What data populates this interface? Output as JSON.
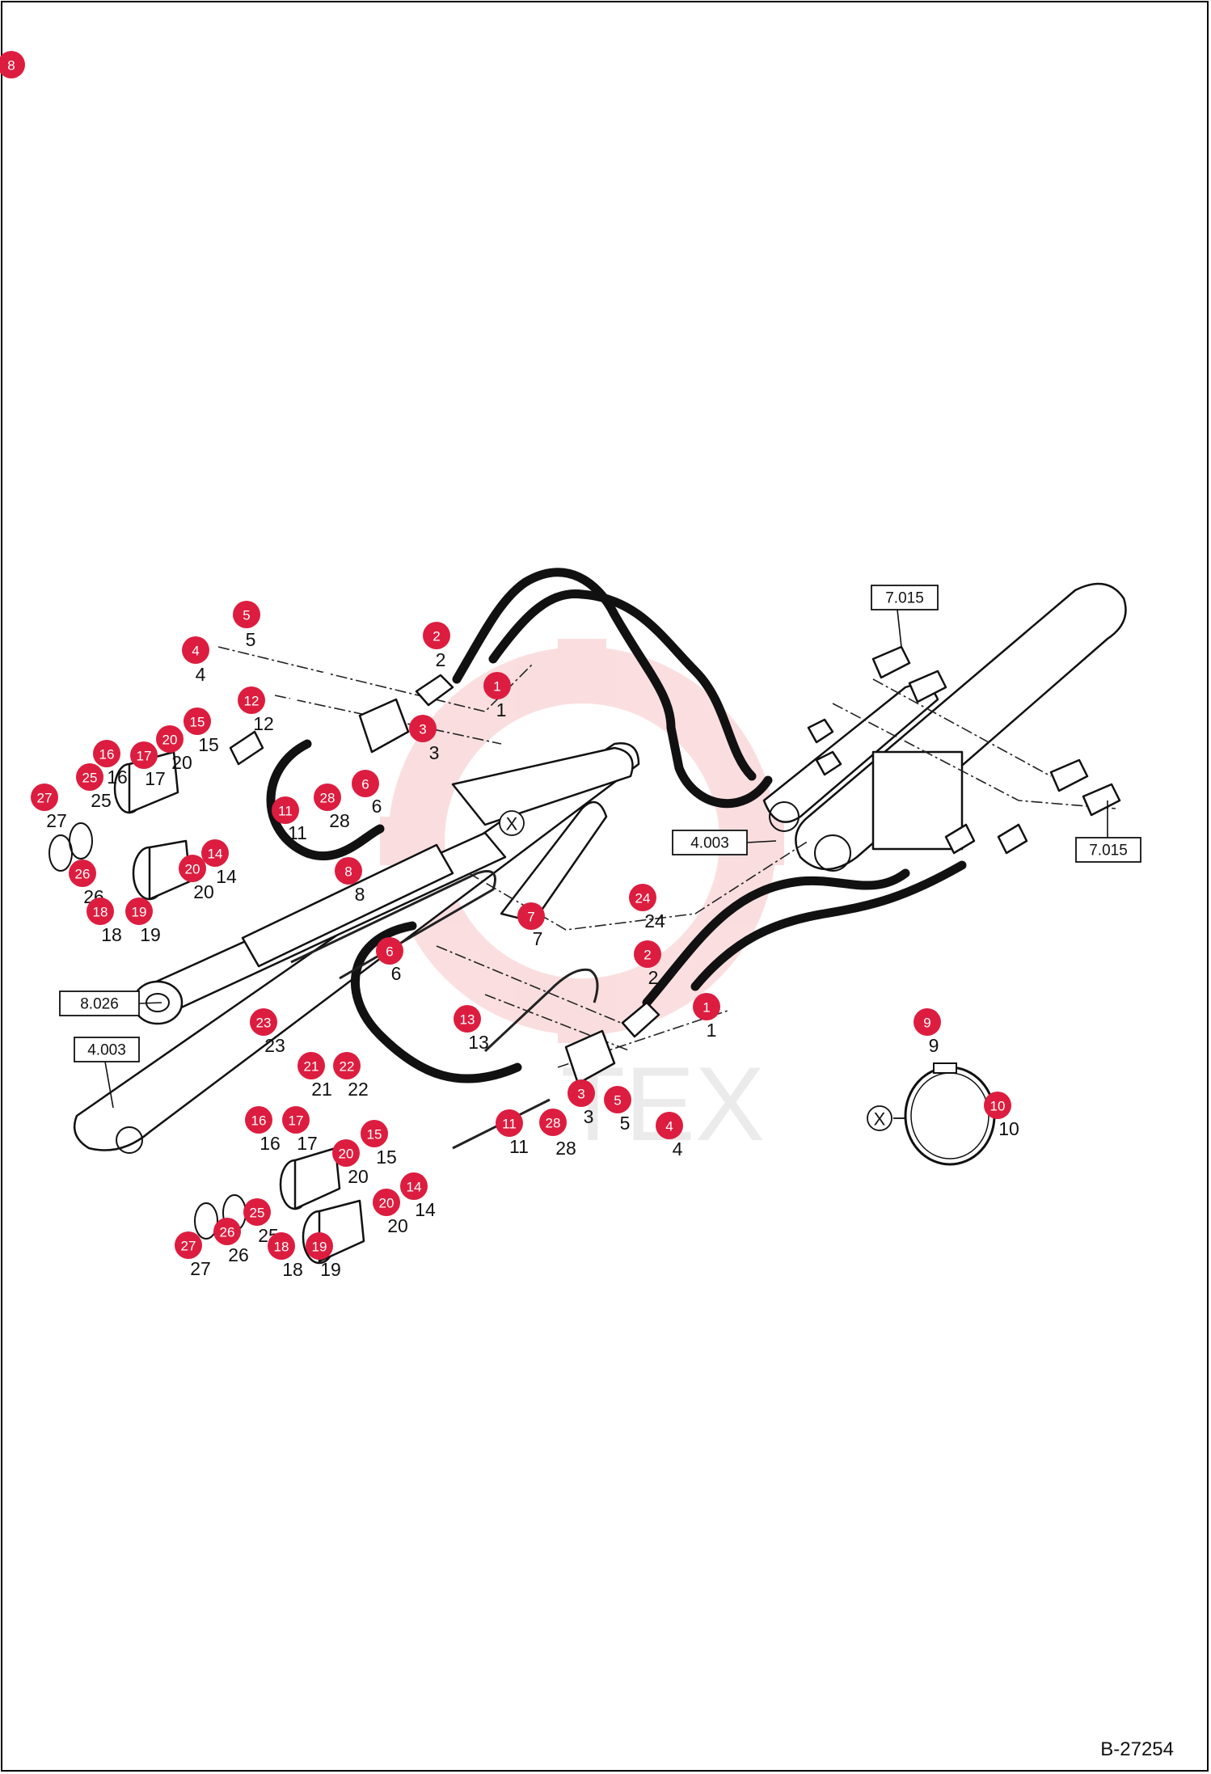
{
  "drawing_number": "B-27254",
  "watermark": {
    "text": "TEX",
    "color": "#e31f26"
  },
  "colors": {
    "callout": "#dc1d3f",
    "line": "#111111"
  },
  "view_detail_label": "X",
  "reference_boxes": [
    {
      "id": "ref-7015-top",
      "label": "7.015"
    },
    {
      "id": "ref-4003-mid",
      "label": "4.003"
    },
    {
      "id": "ref-7015-right",
      "label": "7.015"
    },
    {
      "id": "ref-8026",
      "label": "8.026"
    },
    {
      "id": "ref-4003-left",
      "label": "4.003"
    }
  ],
  "callouts": [
    {
      "id": "c-8-corner",
      "n": "8"
    },
    {
      "id": "c-5-top",
      "n": "5"
    },
    {
      "id": "c-4-top",
      "n": "4"
    },
    {
      "id": "c-2-top",
      "n": "2"
    },
    {
      "id": "c-1-top",
      "n": "1"
    },
    {
      "id": "c-12",
      "n": "12"
    },
    {
      "id": "c-3-top",
      "n": "3"
    },
    {
      "id": "c-15-top",
      "n": "15"
    },
    {
      "id": "c-20-top-a",
      "n": "20"
    },
    {
      "id": "c-16-top",
      "n": "16"
    },
    {
      "id": "c-17-top",
      "n": "17"
    },
    {
      "id": "c-25-top",
      "n": "25"
    },
    {
      "id": "c-28-top",
      "n": "28"
    },
    {
      "id": "c-6-top",
      "n": "6"
    },
    {
      "id": "c-27-top",
      "n": "27"
    },
    {
      "id": "c-11-top",
      "n": "11"
    },
    {
      "id": "c-14-top",
      "n": "14"
    },
    {
      "id": "c-20-top-b",
      "n": "20"
    },
    {
      "id": "c-26-top",
      "n": "26"
    },
    {
      "id": "c-8-mid",
      "n": "8"
    },
    {
      "id": "c-18-top",
      "n": "18"
    },
    {
      "id": "c-19-top",
      "n": "19"
    },
    {
      "id": "c-7",
      "n": "7"
    },
    {
      "id": "c-24",
      "n": "24"
    },
    {
      "id": "c-6-mid",
      "n": "6"
    },
    {
      "id": "c-2-mid",
      "n": "2"
    },
    {
      "id": "c-1-mid",
      "n": "1"
    },
    {
      "id": "c-9",
      "n": "9"
    },
    {
      "id": "c-13",
      "n": "13"
    },
    {
      "id": "c-23",
      "n": "23"
    },
    {
      "id": "c-21",
      "n": "21"
    },
    {
      "id": "c-22",
      "n": "22"
    },
    {
      "id": "c-10",
      "n": "10"
    },
    {
      "id": "c-3-bot",
      "n": "3"
    },
    {
      "id": "c-5-bot",
      "n": "5"
    },
    {
      "id": "c-11-bot",
      "n": "11"
    },
    {
      "id": "c-28-bot",
      "n": "28"
    },
    {
      "id": "c-4-bot",
      "n": "4"
    },
    {
      "id": "c-16-bot",
      "n": "16"
    },
    {
      "id": "c-17-bot",
      "n": "17"
    },
    {
      "id": "c-15-bot",
      "n": "15"
    },
    {
      "id": "c-20-bot-a",
      "n": "20"
    },
    {
      "id": "c-14-bot",
      "n": "14"
    },
    {
      "id": "c-20-bot-b",
      "n": "20"
    },
    {
      "id": "c-25-bot",
      "n": "25"
    },
    {
      "id": "c-27-bot",
      "n": "27"
    },
    {
      "id": "c-26-bot",
      "n": "26"
    },
    {
      "id": "c-18-bot",
      "n": "18"
    },
    {
      "id": "c-19-bot",
      "n": "19"
    }
  ]
}
